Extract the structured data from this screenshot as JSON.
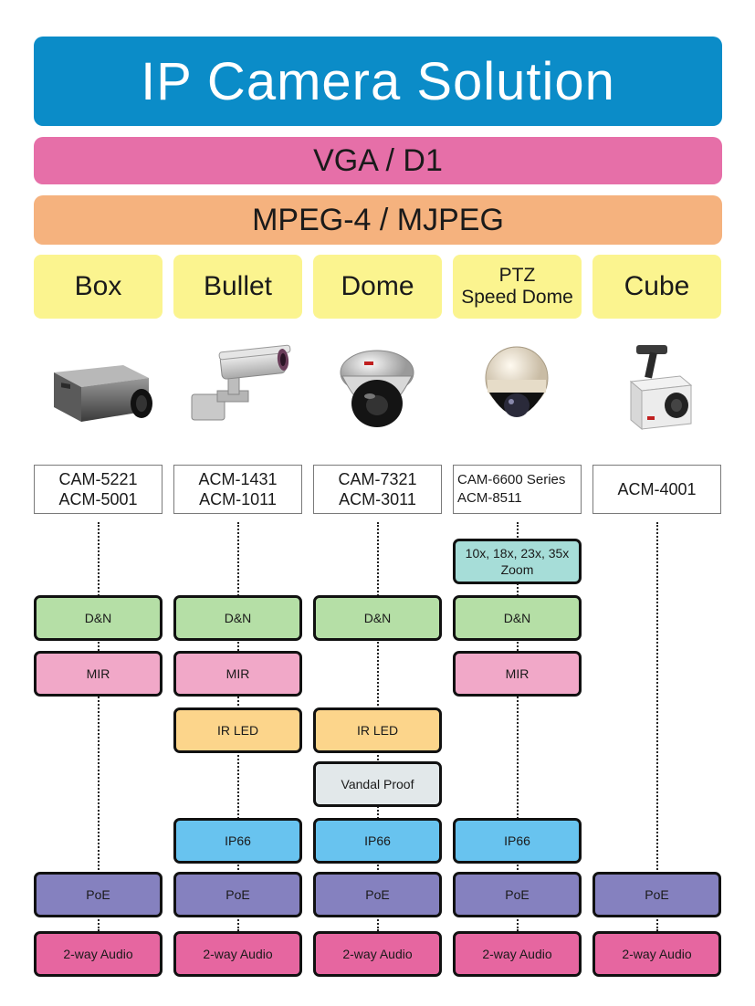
{
  "header": {
    "title": "IP Camera Solution",
    "resolution": "VGA / D1",
    "codec": "MPEG-4 / MJPEG"
  },
  "colors": {
    "title_bg": "#0b8cc8",
    "resolution_bg": "#e66fa8",
    "codec_bg": "#f5b27e",
    "type_bg": "#fbf48f",
    "zoom": "#a6ddd8",
    "dn": "#b5dfa6",
    "mir": "#f1a8c8",
    "irled": "#fcd58b",
    "vandal": "#e2e8ea",
    "ip66": "#68c3ef",
    "poe": "#8581bf",
    "audio": "#e666a0"
  },
  "columns": [
    {
      "type": "Box",
      "models": [
        "CAM-5221",
        "ACM-5001"
      ],
      "icon": "box-camera-icon"
    },
    {
      "type": "Bullet",
      "models": [
        "ACM-1431",
        "ACM-1011"
      ],
      "icon": "bullet-camera-icon"
    },
    {
      "type": "Dome",
      "models": [
        "CAM-7321",
        "ACM-3011"
      ],
      "icon": "dome-camera-icon"
    },
    {
      "type_lines": [
        "PTZ",
        "Speed Dome"
      ],
      "models": [
        "CAM-6600 Series",
        "ACM-8511"
      ],
      "icon": "ptz-camera-icon"
    },
    {
      "type": "Cube",
      "models": [
        "ACM-4001"
      ],
      "icon": "cube-camera-icon"
    }
  ],
  "features": {
    "zoom": [
      "10x, 18x, 23x, 35x",
      "Zoom"
    ],
    "dn": "D&N",
    "mir": "MIR",
    "irled": "IR LED",
    "vandal": "Vandal Proof",
    "ip66": "IP66",
    "poe": "PoE",
    "audio": "2-way Audio"
  }
}
